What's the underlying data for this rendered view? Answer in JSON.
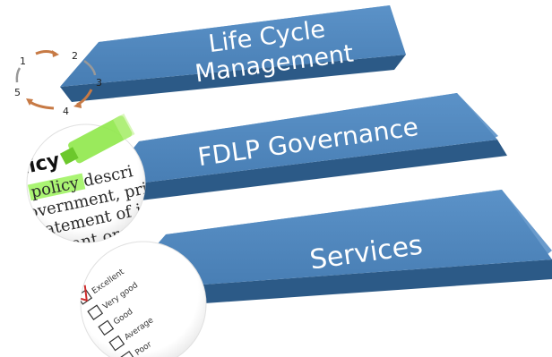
{
  "arrows": [
    {
      "label_lines": [
        "Life Cycle",
        "Management"
      ]
    },
    {
      "label_lines": [
        "FDLP Governance"
      ]
    },
    {
      "label_lines": [
        "Services"
      ]
    }
  ],
  "cycle": {
    "steps": [
      "1",
      "2",
      "3",
      "4",
      "5"
    ]
  },
  "document_excerpt": {
    "highlighted": "policy",
    "lines": [
      "licy",
      "policy descri",
      "overnment, pri",
      "statement of i",
      "portant orga"
    ]
  },
  "survey": {
    "options": [
      "Excellent",
      "Very good",
      "Good",
      "Average",
      "Poor"
    ],
    "checked_index": 0
  },
  "colors": {
    "arrow_face": "#4f86bd",
    "arrow_side": "#2c5a87",
    "arrow_top": "#6a9bcc",
    "highlight": "#9bf25a",
    "cycle_arrow": "#c77a45"
  }
}
